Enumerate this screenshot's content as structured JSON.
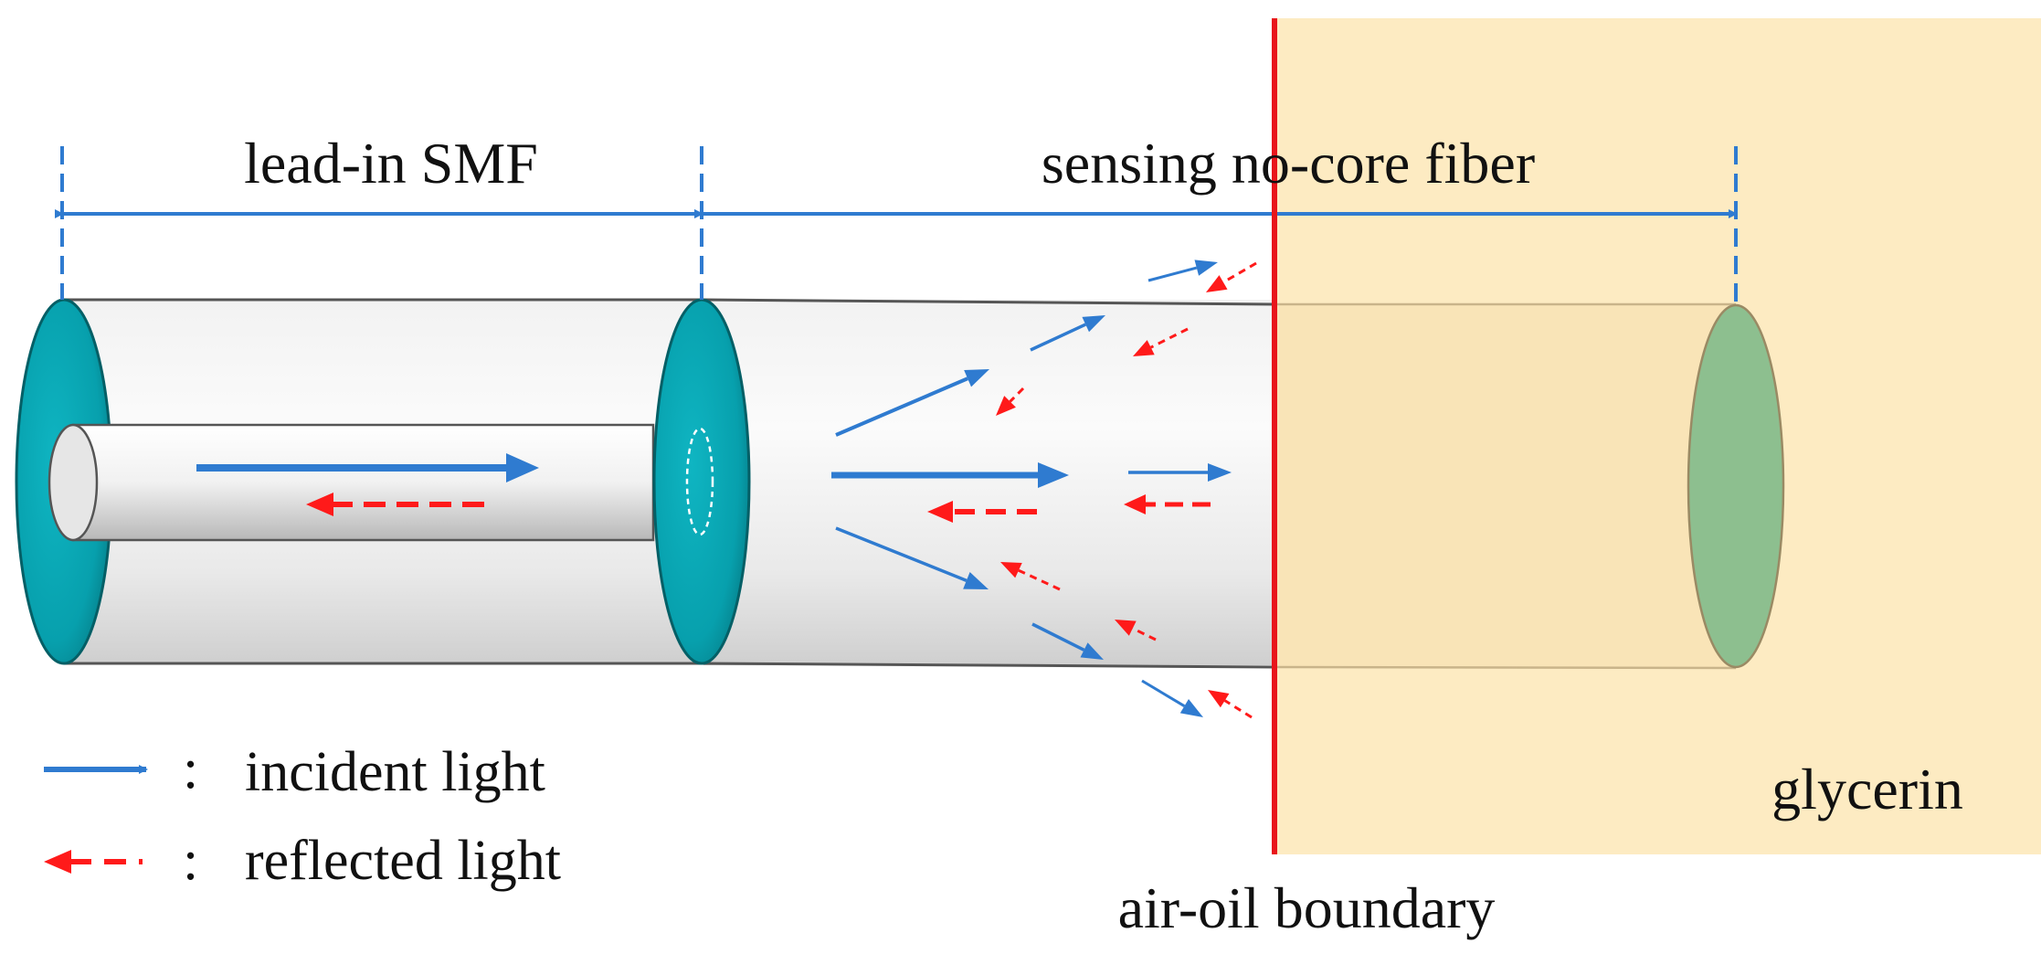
{
  "labels": {
    "lead_in": "lead-in SMF",
    "sensing": "sensing no-core fiber",
    "glycerin": "glycerin",
    "boundary": "air-oil boundary"
  },
  "legend": {
    "incident": {
      "separator": ":",
      "text": "incident light"
    },
    "reflected": {
      "separator": ":",
      "text": "reflected light"
    }
  },
  "colors": {
    "incident": "#2f7bd0",
    "reflected": "#ff1a1a",
    "boundary_line": "#e8161b",
    "glycerin_fill": "#fdebc2",
    "fiber_end_face": "#0aa2b0",
    "glycerin_end_face": "#8dbf8f"
  }
}
